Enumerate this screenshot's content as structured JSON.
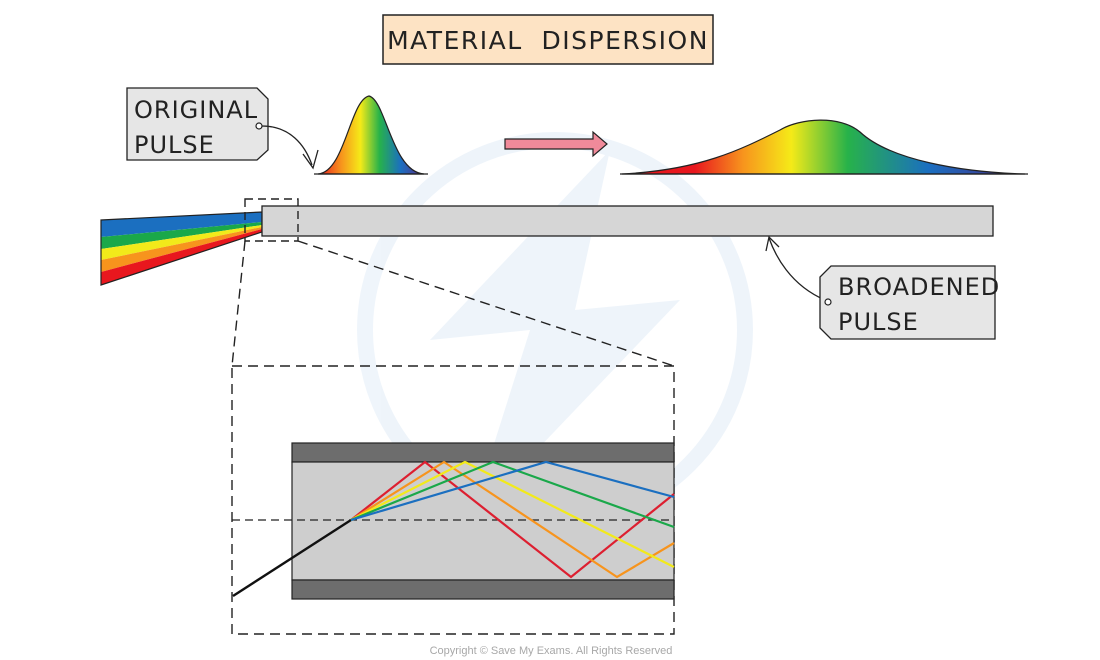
{
  "title": "MATERIAL  DISPERSION",
  "labels": {
    "original_pulse": [
      "ORIGINAL",
      "PULSE"
    ],
    "broadened_pulse": [
      "BROADENED",
      "PULSE"
    ]
  },
  "copyright": "Copyright © Save My Exams. All Rights Reserved",
  "colors": {
    "title_box_fill": "#fde3c4",
    "label_box_fill": "#e6e6e6",
    "fibre_fill": "#d6d6d6",
    "cladding_fill": "#6d6d6d",
    "core_fill": "#cecece",
    "arrow_fill": "#f08a9a",
    "ray_red": "#dd1f30",
    "ray_orange": "#f7941d",
    "ray_yellow": "#f2ea1a",
    "ray_green": "#1aa84a",
    "ray_blue": "#1b6fc0"
  },
  "icons": {
    "pulse_arrow": "right-arrow-icon",
    "watermark": "lightning-logo-icon"
  }
}
